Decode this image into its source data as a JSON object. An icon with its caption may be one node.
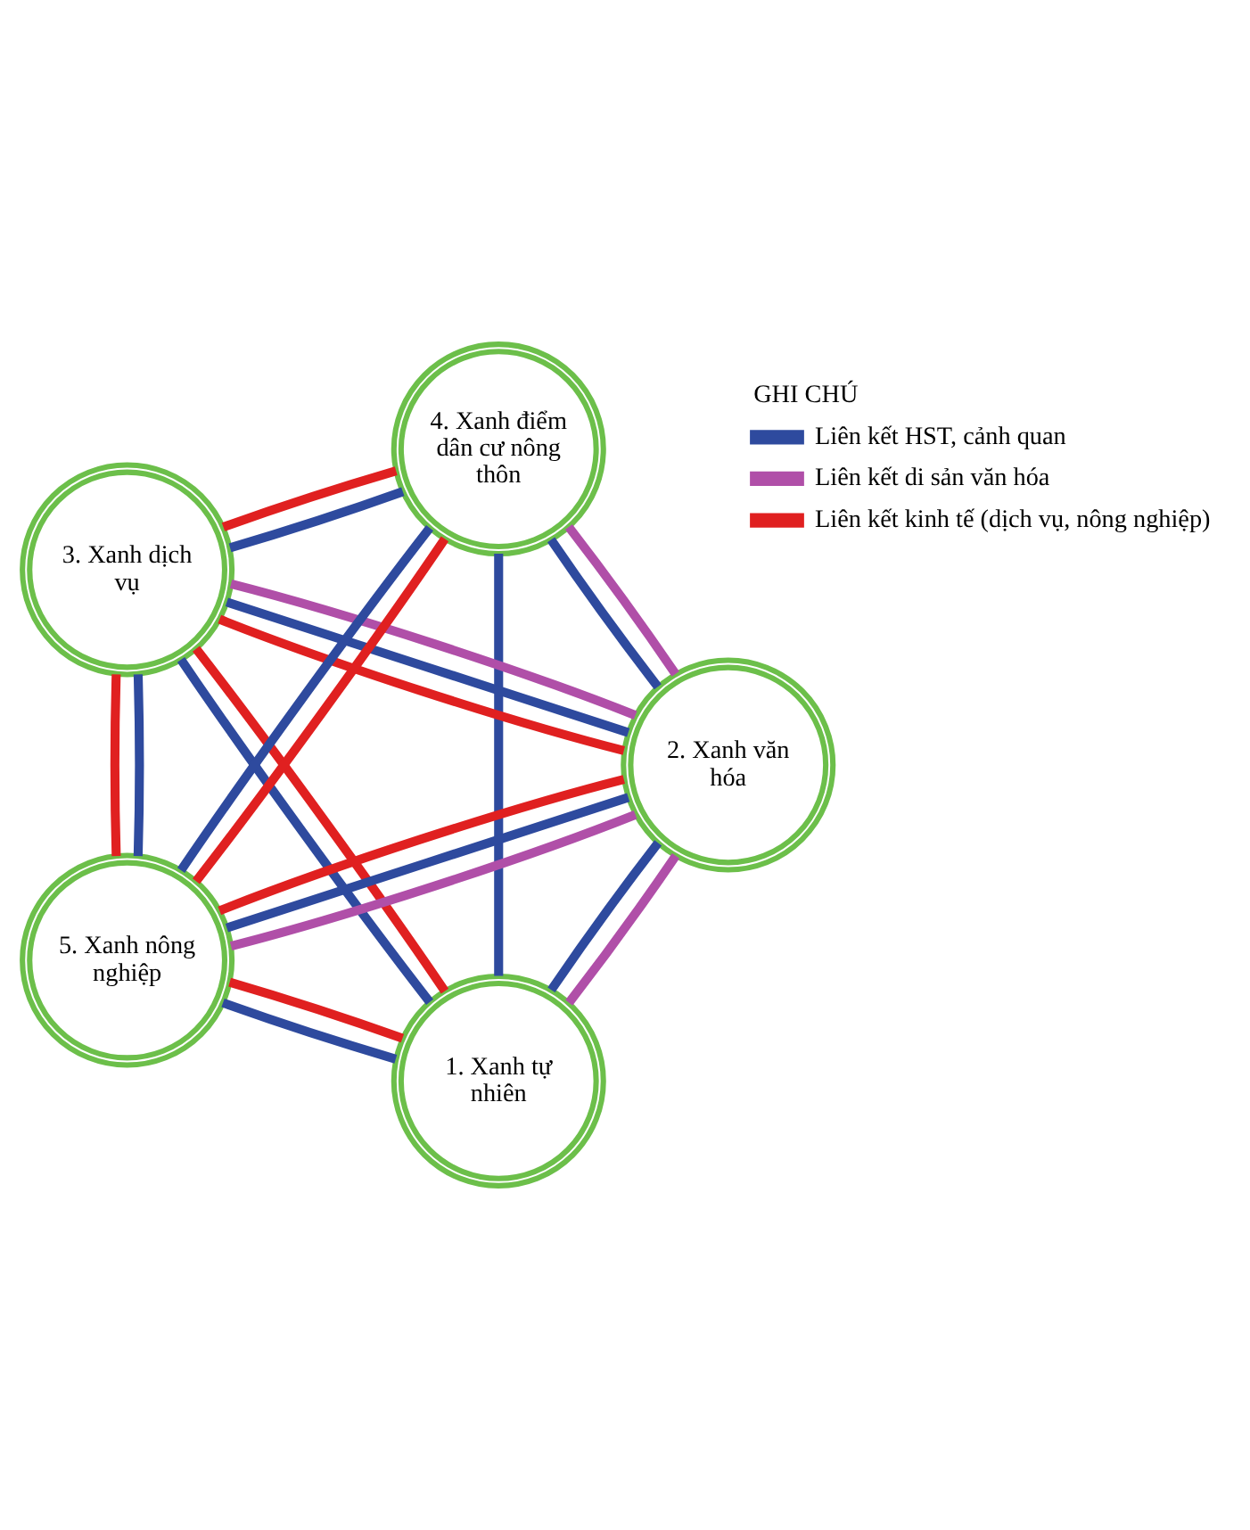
{
  "diagram": {
    "nodes": [
      {
        "text": [
          "1. Xanh tự nhiên"
        ]
      },
      {
        "text": [
          "2. Xanh văn hóa"
        ]
      },
      {
        "text": [
          "3. Xanh dịch vụ"
        ]
      },
      {
        "text": [
          "4. Xanh điểm dân cư nông thôn"
        ]
      },
      {
        "text": [
          "5. Xanh nông nghiệp"
        ]
      }
    ],
    "edges": [
      {
        "from": 0,
        "to": 1,
        "arrow": "none"
      },
      {
        "from": 0,
        "to": 1,
        "arrow": "none",
        "color": "#b04fa8"
      },
      {
        "from": 0,
        "to": 2,
        "arrow": "none"
      },
      {
        "from": 0,
        "to": 2,
        "arrow": "none",
        "color": "#e02020"
      },
      {
        "from": 0,
        "to": 3,
        "arrow": "none"
      },
      {
        "from": 0,
        "to": 4,
        "arrow": "none"
      },
      {
        "from": 0,
        "to": 4,
        "arrow": "none",
        "color": "#e02020"
      },
      {
        "from": 1,
        "to": 2,
        "arrow": "none",
        "color": "#e02020"
      },
      {
        "from": 1,
        "to": 2,
        "arrow": "none",
        "color": "#b04fa8"
      },
      {
        "from": 1,
        "to": 2,
        "arrow": "none"
      },
      {
        "from": 1,
        "to": 3,
        "arrow": "none"
      },
      {
        "from": 1,
        "to": 3,
        "arrow": "none",
        "color": "#b04fa8"
      },
      {
        "from": 1,
        "to": 4,
        "arrow": "none",
        "color": "#b04fa8"
      },
      {
        "from": 1,
        "to": 4,
        "arrow": "none",
        "color": "#e02020"
      },
      {
        "from": 1,
        "to": 4,
        "arrow": "none"
      },
      {
        "from": 2,
        "to": 3,
        "arrow": "none",
        "color": "#e02020"
      },
      {
        "from": 2,
        "to": 3,
        "arrow": "none"
      },
      {
        "from": 2,
        "to": 4,
        "arrow": "none"
      },
      {
        "from": 2,
        "to": 4,
        "arrow": "none",
        "color": "#e02020"
      },
      {
        "from": 3,
        "to": 4,
        "arrow": "none",
        "color": "#e02020"
      },
      {
        "from": 3,
        "to": 4,
        "arrow": "none"
      }
    ],
    "labels": [
      "GHI CHÚ"
    ],
    "legend": [
      {
        "text": "Liên kết HST, cảnh quan",
        "color": "#2e4a9e"
      },
      {
        "text": "Liên kết di sản văn hóa",
        "color": "#b04fa8"
      },
      {
        "text": "Liên kết kinh tế (dịch vụ, nông nghiệp)",
        "color": "#e02020"
      }
    ]
  }
}
